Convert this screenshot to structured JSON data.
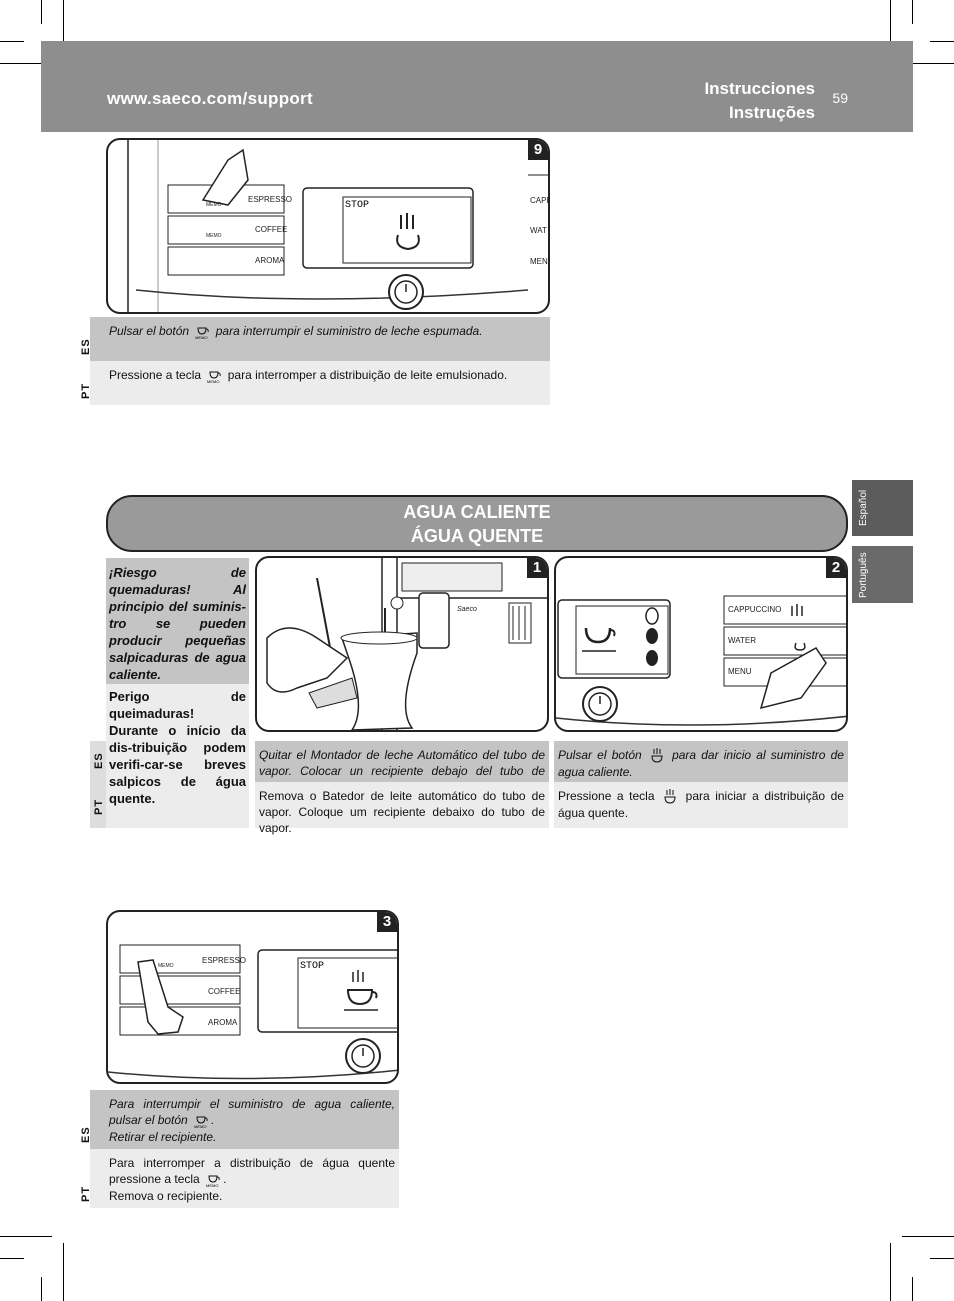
{
  "header": {
    "url": "www.saeco.com/support",
    "title_es": "Instrucciones",
    "title_pt": "Instruções",
    "page_number": "59"
  },
  "sidetabs": [
    "Español",
    "Português"
  ],
  "step9": {
    "number": "9",
    "buttons": [
      "ESPRESSO",
      "COFFEE",
      "AROMA"
    ],
    "memo": "MEMO",
    "right_labels": [
      "CAPP",
      "WAT",
      "MENU"
    ],
    "display": "STOP",
    "es_lang": "ES",
    "pt_lang": "PT",
    "es_text_1": "Pulsar el botón",
    "es_text_2": "para interrumpir el suministro de leche espumada.",
    "pt_text_1": "Pressione a tecla",
    "pt_text_2": "para interromper a distribuição de leite emulsionado."
  },
  "section": {
    "title_es": "AGUA CALIENTE",
    "title_pt": "ÁGUA QUENTE"
  },
  "warning": {
    "es": "¡Riesgo de quemaduras! Al principio del suminis-tro se pueden producir pequeñas salpicaduras de agua caliente.",
    "pt": "Perigo de queimaduras! Durante o início da dis-tribuição podem verifi-car-se breves salpicos de água quente.",
    "es_lang": "ES",
    "pt_lang": "PT"
  },
  "step1": {
    "number": "1",
    "brand": "Saeco",
    "es_text": "Quitar el Montador de leche Automático del tubo de vapor. Colocar un recipiente debajo del tubo de vapor.",
    "pt_text": "Remova o Batedor de leite automático do tubo de vapor. Coloque um recipiente debaixo do tubo de vapor."
  },
  "step2": {
    "number": "2",
    "buttons": [
      "CAPPUCCINO",
      "WATER",
      "MENU"
    ],
    "es_text_1": "Pulsar el botón",
    "es_text_2": "para dar inicio al suministro de agua caliente.",
    "pt_text_1": "Pressione a tecla",
    "pt_text_2": "para iniciar a distribuição de água quente."
  },
  "step3": {
    "number": "3",
    "buttons": [
      "ESPRESSO",
      "COFFEE",
      "AROMA"
    ],
    "memo": "MEMO",
    "display": "STOP",
    "es_lang": "ES",
    "pt_lang": "PT",
    "es_text_1": "Para interrumpir el suministro de agua caliente, pulsar el botón",
    "es_text_2": "Retirar el recipiente.",
    "pt_text_1": "Para interromper a distribuição de água quente pressione a tecla",
    "pt_text_2": "Remova o recipiente."
  }
}
